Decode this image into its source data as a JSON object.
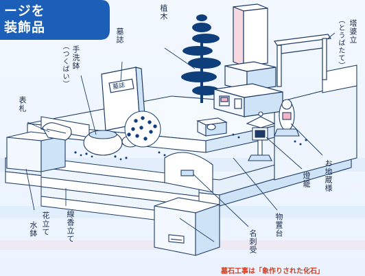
{
  "banner": {
    "line1": "ージを",
    "line2": "装飾品",
    "color": "#1c5fb8"
  },
  "labels": {
    "botsu": "墓誌",
    "ueki": "植木",
    "tobastate_main": "塔婆立",
    "tobastate_ruby": "（とうばたて）",
    "tsukubai_main": "手洗鉢",
    "tsukubai_ruby": "（つくばい）",
    "hyosatsu": "表札",
    "ojizo": "お地蔵様",
    "toro": "燈籠",
    "monooki": "物置台",
    "meishiuke": "名刺受",
    "senko": "線香立て",
    "hanatate": "花立て",
    "mizubachi": "水鉢"
  },
  "plaque_text": "墓誌",
  "footer_note": "墓石工事は「象作りされた化石」",
  "colors": {
    "stone_light": "#ffffff",
    "stone_shade": "#cfe3f7",
    "stone_dark": "#9cc3ea",
    "outline": "#1d3b66",
    "tree": "#0e3f7a",
    "accent_pink": "#f3b6c8",
    "badge_blue": "#1c5fb8"
  }
}
